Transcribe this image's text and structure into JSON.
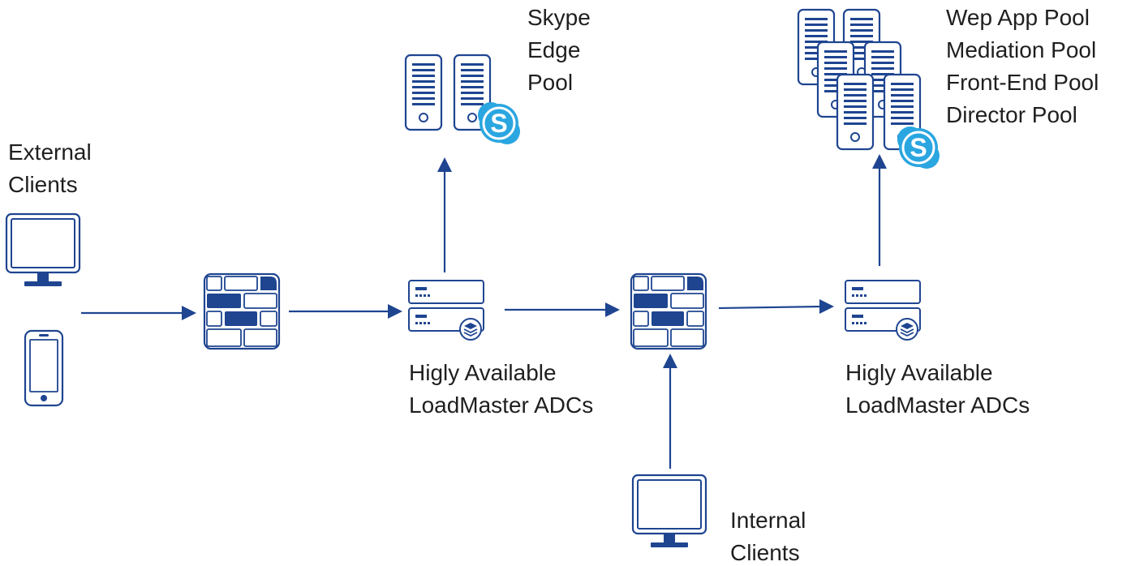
{
  "labels": {
    "external_clients": [
      "External",
      "Clients"
    ],
    "skype_edge_pool": [
      "Skype",
      "Edge",
      "Pool"
    ],
    "pools": [
      "Wep App Pool",
      "Mediation Pool",
      "Front-End Pool",
      "Director Pool"
    ],
    "ha_loadmaster_1": [
      "Higly Available",
      "LoadMaster ADCs"
    ],
    "ha_loadmaster_2": [
      "Higly Available",
      "LoadMaster ADCs"
    ],
    "internal_clients": [
      "Internal",
      "Clients"
    ]
  },
  "colors": {
    "primary": "#1f4591",
    "skype_blue": "#2aa6e0",
    "text": "#1f1f1f"
  },
  "icons": {
    "external_monitor": "desktop-monitor-icon",
    "external_phone": "smartphone-icon",
    "firewall": "firewall-icon",
    "loadmaster": "load-balancer-icon",
    "server": "server-icon",
    "skype": "skype-logo-icon",
    "internal_monitor": "desktop-monitor-icon"
  }
}
